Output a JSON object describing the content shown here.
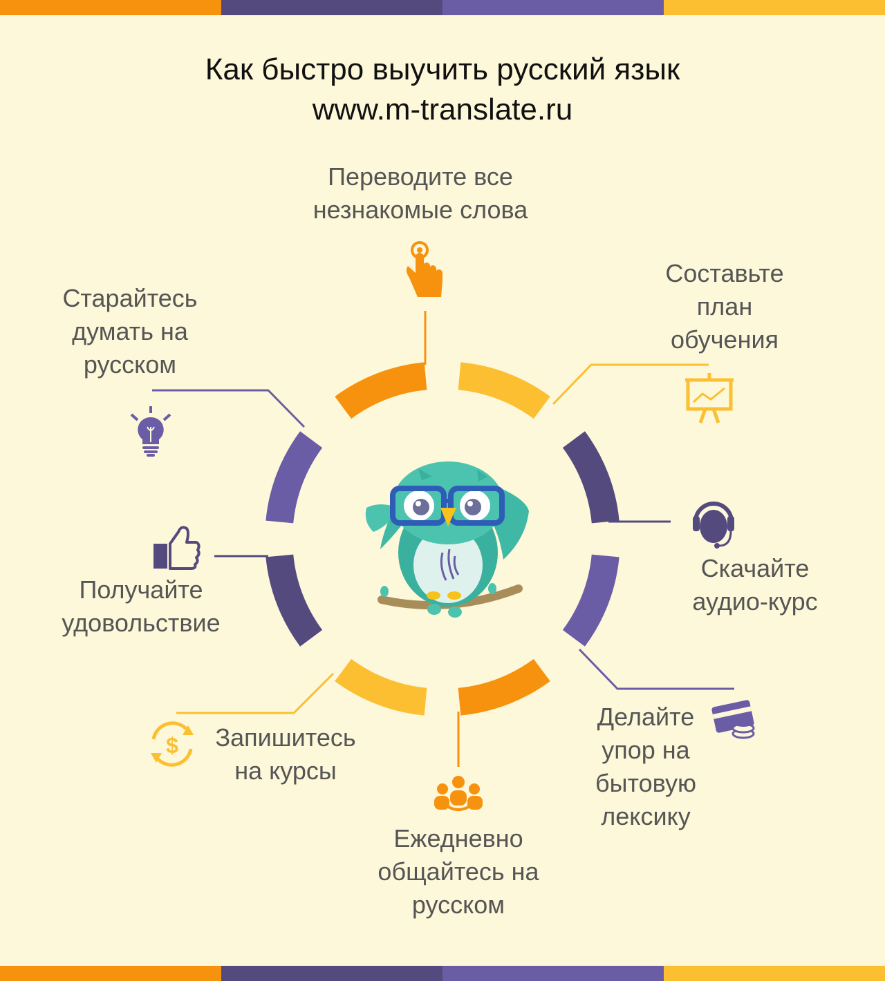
{
  "title": "Как быстро выучить русский язык",
  "subtitle": "www.m-translate.ru",
  "colors": {
    "background": "#fdf8d9",
    "orange": "#f7920f",
    "yellow": "#fbbf31",
    "dark_purple": "#544a7e",
    "purple": "#6b5ca6",
    "label_text": "#555555"
  },
  "stripes": [
    "#f7920f",
    "#544a7e",
    "#6b5ca6",
    "#fbbf31"
  ],
  "center_image": "owl-with-glasses",
  "steps": [
    {
      "label": "Переводите все незнакомые слова",
      "icon": "pointing-hand-icon"
    },
    {
      "label": "Составьте план обучения",
      "icon": "presentation-chart-icon"
    },
    {
      "label": "Скачайте аудио-курс",
      "icon": "headset-icon"
    },
    {
      "label": "Делайте упор на бытовую лексику",
      "icon": "credit-card-coins-icon"
    },
    {
      "label": "Ежедневно общайтесь на русском",
      "icon": "people-group-icon"
    },
    {
      "label": "Запишитесь на курсы",
      "icon": "dollar-cycle-icon"
    },
    {
      "label": "Получайте удовольствие",
      "icon": "thumbs-up-icon"
    },
    {
      "label": "Старайтесь думать на русском",
      "icon": "light-bulb-icon"
    }
  ],
  "label_lines": {
    "translate": [
      "Переводите все",
      "незнакомые слова"
    ],
    "plan": [
      "Составьте",
      "план",
      "обучения"
    ],
    "audio": [
      "Скачайте",
      "аудио-курс"
    ],
    "vocab": [
      "Делайте",
      "упор на",
      "бытовую",
      "лексику"
    ],
    "daily": [
      "Ежедневно",
      "общайтесь на",
      "русском"
    ],
    "courses": [
      "Запишитесь",
      "на курсы"
    ],
    "enjoy": [
      "Получайте",
      "удовольствие"
    ],
    "think": [
      "Старайтесь",
      "думать на",
      "русском"
    ]
  }
}
